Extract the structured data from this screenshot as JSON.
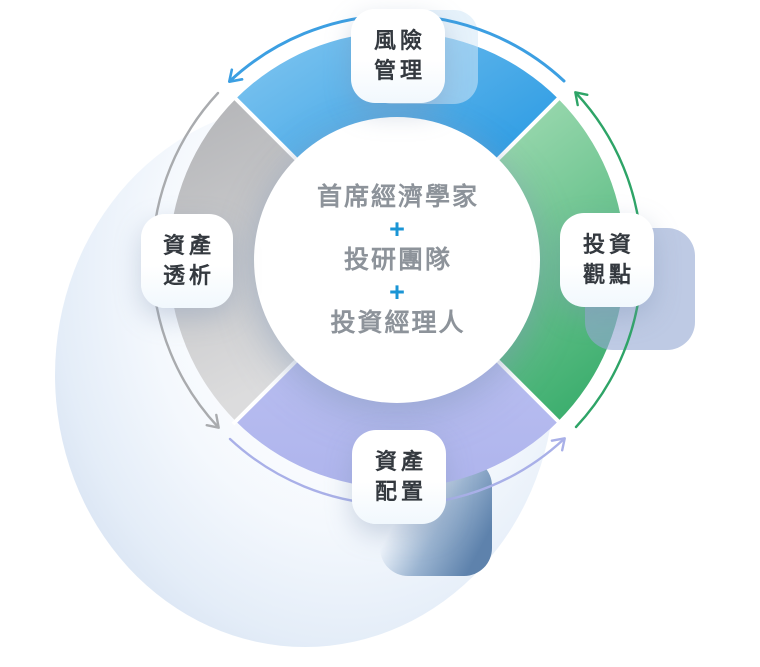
{
  "diagram": {
    "title_hint": "investment-team cycle diagram",
    "center": {
      "line1": "首席經濟學家",
      "plus1": "+",
      "line2": "投研團隊",
      "plus2": "+",
      "line3": "投資經理人",
      "text_color": "#8d939a",
      "plus_color": "#1a95d5"
    },
    "nodes": {
      "top": {
        "line1": "風險",
        "line2": "管理",
        "full": "風險管理",
        "segment_color": "#42a7e8",
        "arrow_color": "#3c9fe2"
      },
      "right": {
        "line1": "投資",
        "line2": "觀點",
        "full": "投資觀點",
        "segment_color": "#4fb97e",
        "arrow_color": "#2ea467"
      },
      "bottom": {
        "line1": "資產",
        "line2": "配置",
        "full": "資產配置",
        "segment_color": "#b4baef",
        "arrow_color": "#a9b0e8"
      },
      "left": {
        "line1": "資產",
        "line2": "透析",
        "full": "資產透析",
        "segment_color": "#c5c6c9",
        "arrow_color": "#a9abae"
      }
    },
    "flow_direction": "counterclockwise",
    "accent_colors": {
      "bubble_edge": "#c6d4e9",
      "steel_card": "#567ca8",
      "periwinkle_card": "#96aad4",
      "pale_blue_card": "#d2e8f8",
      "label_text": "#34393f"
    }
  }
}
